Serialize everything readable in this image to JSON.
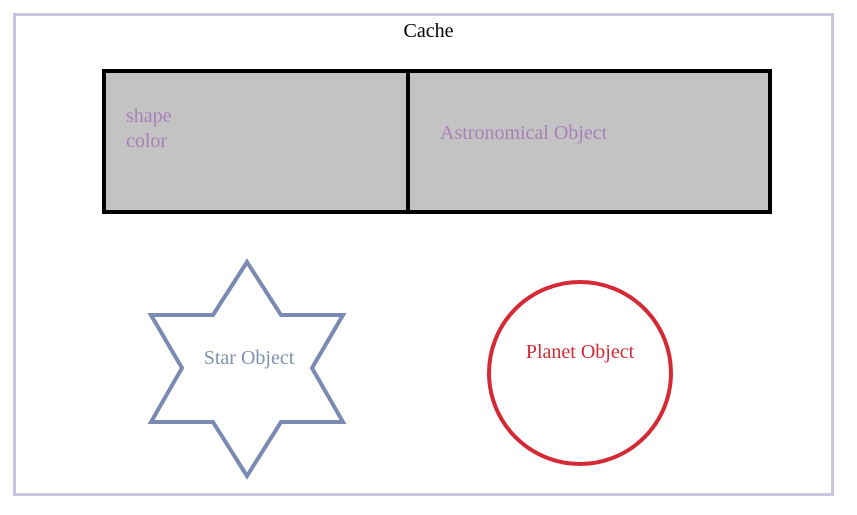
{
  "title": "Cache",
  "cache": {
    "key_lines": [
      "shape",
      "color"
    ],
    "value": "Astronomical Object"
  },
  "star": {
    "label": "Star Object",
    "color": "#7a8ab2"
  },
  "planet": {
    "label": "Planet Object",
    "color": "#d42a36"
  },
  "colors": {
    "frame": "#c8c4de",
    "table_fill": "#c3c3c3",
    "table_text": "#a880b8"
  }
}
